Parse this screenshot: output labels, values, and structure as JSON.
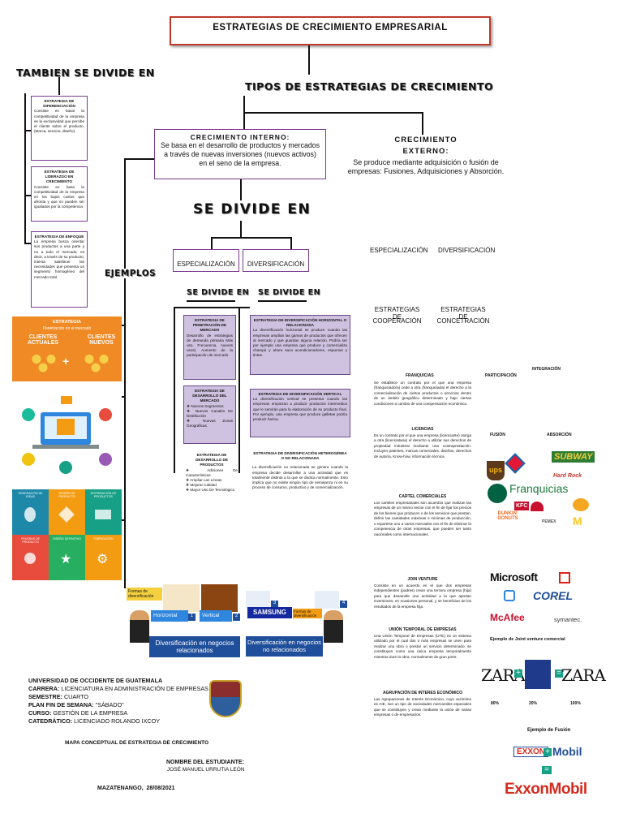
{
  "title": "ESTRATEGIAS DE CRECIMIENTO EMPRESARIAL",
  "also_divides": "TAMBIEN SE DIVIDE EN",
  "types_heading": "TIPOS DE ESTRATEGIAS DE CRECIMIENTO",
  "internal": {
    "title": "CRECIMIENTO INTERNO:",
    "text": "Se basa en el desarrollo de productos y mercados a través de nuevas inversiones (nuevos activos) en el seno de la empresa."
  },
  "external": {
    "title_line1": "CRECIMIENTO",
    "title_line2": "EXTERNO:",
    "text": "Se produce mediante adquisición o fusión de empresas: Fusiones, Adquisiciones y Absorción."
  },
  "divides_in": "SE DIVIDE EN",
  "examples": "EJEMPLOS",
  "left_boxes": [
    {
      "title": "ESTRATEGIA DE DIFERENCIACIÓN",
      "text": "Consiste en basar la competitividad de la empresa en la exclusividad que percibe el cliente sobre el producto. (Marca, servicio, diseño)."
    },
    {
      "title": "ESTRATEGIA DE LIDERAZGO EN CRECIMIENTO",
      "text": "Consiste en basa la competitividad de la empresa en los bajos costos que afronta y que no pueden ser igualados por la competencia."
    },
    {
      "title": "ESTRATEGIA DE ENFOQUE",
      "text": "La empresa busca orientar sus productos a una parte y no a todo el mercado; es decir, a través de su producto, intenta satisfacer las necesidades que presenta un segmento homogéneo del mercado total."
    }
  ],
  "spec_label": "ESPECIALIZACIÓN",
  "div_label": "DIVERSIFICACIÓN",
  "spec_divides": "SE DIVIDE EN",
  "div_divides": "SE DIVIDE EN",
  "spec_boxes": [
    {
      "title": "ESTRATEGIA DE PENETRACIÓN DE MERCADO",
      "text": "Desarrollo de estrategias de demanda primaria Más uso, Frecuencia, nuevos usos). Aumento de la participación de mercado."
    },
    {
      "title": "ESTRATEGIA DE DESARROLLO DEL MERCADO",
      "items": [
        "Nuevos Segmentos",
        "Nuevos Canales De Distribución",
        "Nuevas Zonas Geográficas."
      ]
    },
    {
      "title": "ESTRATEGIA DE DESARROLLO DE PRODUCTOS",
      "items": [
        "Adiciones De Características",
        "Ampliar Las Líneas",
        "Mejorar Calidad",
        "Mayor Uso De Tecnológico"
      ]
    }
  ],
  "div_boxes": [
    {
      "title": "ESTRATEGIA DE DIVERSIFICACIÓN HORIZONTAL O RELACIONADA",
      "text": "La diversificación horizontal se produce cuando las empresas amplían las gamas de productos que ofrecen al mercado y que guardan alguna relación. Podría ser por ejemplo una empresa que produce y comercializa champú y ahora saca acondicionadores, espumas y tintes."
    },
    {
      "title": "ESTRATEGIA DE DIVERSIFICACIÓN VERTICAL",
      "text": "La diversificación vertical se presenta cuando las empresas empiezan a producir productos intermedios que le servirán para la elaboración de su producto final. Por ejemplo, una empresa que produce galletas podría producir harina."
    },
    {
      "title": "ESTRATEGIA DE DIVERSIFICACIÓN HETEROGÉNEA O NO RELACIONADA",
      "text": "La diversificación no relacionada se genera cuando la empresa decide desarrollar a una actividad que es totalmente distinta a la que se dedica normalmente. Esto implica que no existe ningún tipo de semejanza ni en su proceso de consumo, productivo y de comercialización."
    }
  ],
  "right_labels": {
    "especializacion": "ESPECIALIZACIÓN",
    "diversificacion": "DIVERSIFICACIÓN",
    "coop_line1": "ESTRATEGIAS DE",
    "coop_line2": "COOPERACIÓN",
    "conc_line1": "ESTRATEGIAS DE",
    "conc_line2": "CONCETRACIÓN"
  },
  "coop_cols": {
    "franquicias": "FRANQUICIAS",
    "participacion": "PARTICIPACIÓN",
    "integracion": "INTEGRACIÓN",
    "fusion": "FUSIÓN",
    "absorcion": "ABSORCIÓN"
  },
  "coop_sections": [
    {
      "title": "",
      "text": "Se establece un contrato por el que una empresa (franquiciadora) cede a otra (franquiciada) el derecho a la comercialización de ciertos productos o servicios dentro de un ámbito geográfico determinado y bajo ciertas condiciones a cambio de una compensación económica."
    },
    {
      "title": "LICENCIAS",
      "text": "Es un contrato por el que una empresa (licenciante) otorga a otra (licenciataria) el derecho a utilizar sus derechos de propiedad industrial mediante una contraprestación. Incluyen patentes, marcas comerciales, diseños, derechos de autoría, Know-how, información técnica."
    },
    {
      "title": "CARTEL COMERCIALES",
      "text": "Los carteles empresariales son acuerdos que realizan las empresas de un mismo sector con el fin de fijar los precios de los bienes que producen o de los servicios que prestan, definir las cantidades máximas o mínimas de producción, o repartirse uno a varios mercados con el fin de eliminar la competencia de otras empresas, que pueden ser tanto nacionales como internacionales."
    },
    {
      "title": "JOIN VENTURE",
      "text": "Consiste en un acuerdo en el que dos empresas independientes (padres) crean una tercera empresa (hija) para que desarrolle una actividad a la que aportan inversiones, en ocasiones personal, y se benefician de los resultados de la empresa hija."
    },
    {
      "title": "UNIÓN TEMPORAL DE EMPRESAS",
      "text": "Una Unión Temporal de Empresas (UTE) es un sistema utilizado por el cual dos o más empresas se unen para realizar una obra o prestar un servicio determinado; se constituyen como una única empresa temporalmente mientras dure la obra, normalmente de gran porte."
    },
    {
      "title": "AGRUPACIÓN DE INTERES ECONÓMICO",
      "text": "Las Agrupaciones de Interés Económico, cuyo acrónimo es AIE, son un tipo de sociedades mercantiles especiales que se constituyen y crean mediante la unión de varias empresas o de empresarios."
    }
  ],
  "franq_word": "Franquicias",
  "brands": {
    "subway": "SUBWAY",
    "ups": "ups",
    "hardrock": "Hard Rock",
    "kfc": "KFC",
    "dunkin": "DUNKIN' DONUTS",
    "pemex": "PEMEX",
    "microsoft": "Microsoft",
    "corel": "COREL",
    "mcafee": "McAfee",
    "symantec": "symantec.",
    "zara": "ZARA",
    "zara2": "ZARA",
    "exxon": "EXXON",
    "mobil": "Mobil",
    "exxonmobil": "ExxonMobil"
  },
  "joint_caption": "Ejemplo de Joint venture comercial",
  "fusion_caption": "Ejemplo de Fusión",
  "zara_pcts": [
    "80%",
    "20%",
    "100%"
  ],
  "img_penetracion": {
    "title": "ESTRATEGIA",
    "subtitle": "Penetración en el mercado",
    "left": "CLIENTES ACTUALES",
    "right": "CLIENTES NUEVOS"
  },
  "grid_labels": [
    "GENERACIÓN DE IDEAS",
    "DISEÑO DE PRODUCTO",
    "DISTRIBUCIÓN DE PRODUCTOS",
    "PRUEBAS DE PRODUCTO",
    "DISEÑO DEFINITIVO",
    "FABRICACIÓN"
  ],
  "div_images": {
    "forms1": "Formas de diversificación",
    "horizontal": "Horizontal",
    "vertical": "Vertical",
    "forms2": "Formas de diversificación",
    "samsung": "SAMSUNG",
    "related": "Diversificación en negocios relacionados",
    "unrelated": "Diversificación en negocios no relacionados",
    "n1": "1",
    "n2": "2",
    "n3": "3",
    "n4": "4"
  },
  "footer": {
    "university": "UNIVERSIDAD DE OCCIDENTE DE GUATEMALA",
    "career_label": "CARRERA:",
    "career": "LICENCIATURA EN ADMINISTRACIÓN DE EMPRESAS",
    "semester_label": "SEMESTRE:",
    "semester": "CUARTO",
    "plan_label": "PLAN FIN DE SEMANA:",
    "plan": "\"SÁBADO\"",
    "course_label": "CURSO:",
    "course": "GESTIÓN DE LA EMPRESA",
    "prof_label": "CATEDRÁTICO:",
    "prof": "LICENCIADO ROLANDO IXCOY",
    "map": "MAPA CONCEPTUAL DE ESTRATEGIA DE CRECIMIENTO",
    "student_label": "NOMBRE DEL ESTUDIANTE:",
    "student": "JOSÉ MANUEL URRUTIA LEÓN",
    "place": "MAZATENANGO,  28/08/2021"
  },
  "colors": {
    "title_border": "#c0392b",
    "box_border": "#7a3b8f",
    "purple_fill": "#cfc2e0",
    "blue": "#1f4e9b",
    "orange": "#f39c12",
    "teal": "#1abc9c"
  }
}
